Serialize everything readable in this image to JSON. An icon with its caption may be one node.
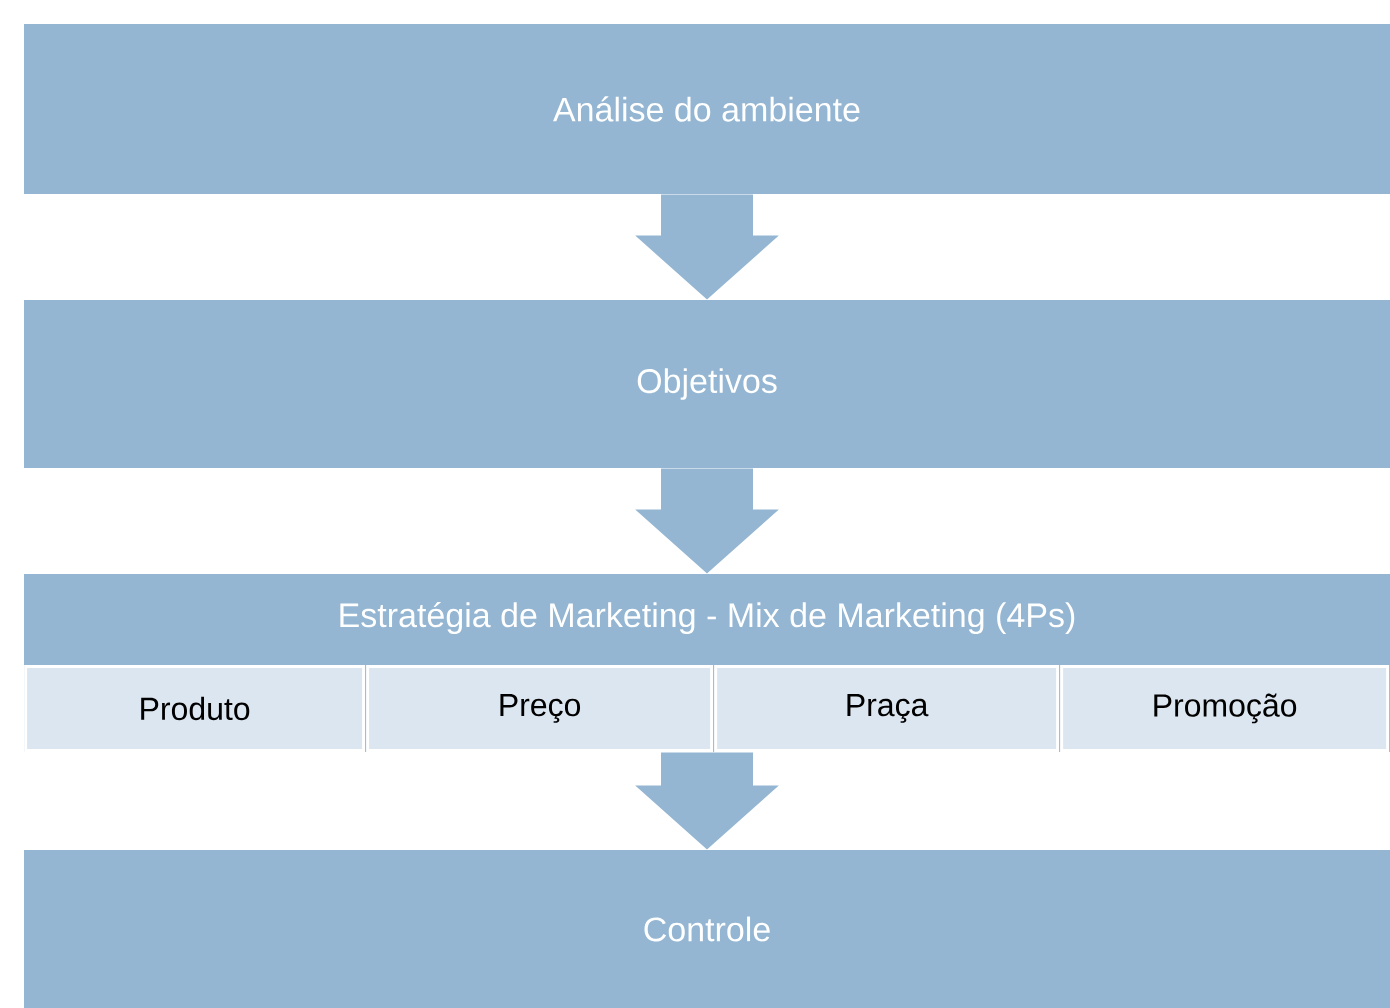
{
  "diagram": {
    "nodes": [
      {
        "text": [
          "Análise do ambiente"
        ]
      },
      {
        "text": [
          "Objetivos"
        ]
      },
      {
        "text": [
          "Estratégia de Marketing - Mix de Marketing (4Ps)"
        ]
      },
      {
        "text": [
          "Produto"
        ],
        "in": 2
      },
      {
        "text": [
          "Preço"
        ],
        "in": 2
      },
      {
        "text": [
          "Praça"
        ],
        "in": 2
      },
      {
        "text": [
          "Promoção"
        ],
        "in": 2
      },
      {
        "text": [
          "Controle"
        ]
      }
    ],
    "edges": [
      {
        "from": 0,
        "to": 1,
        "arrow": "to"
      },
      {
        "from": 1,
        "to": 2,
        "arrow": "to"
      },
      {
        "from": 2,
        "to": 7,
        "arrow": "to"
      }
    ]
  }
}
